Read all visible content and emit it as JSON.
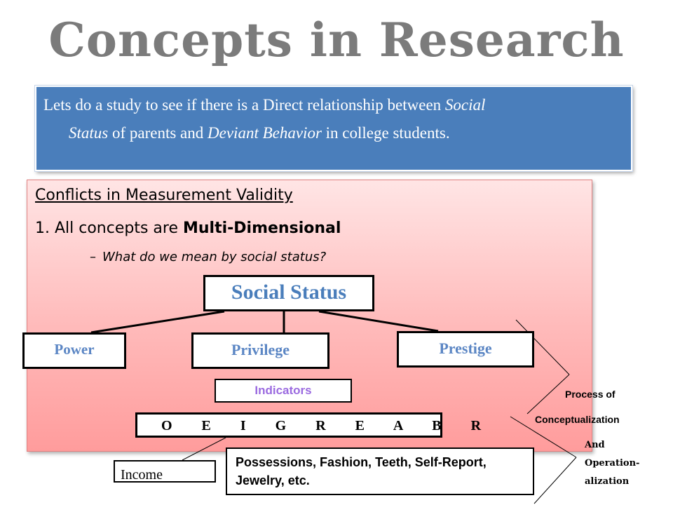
{
  "title": "Concepts in Research",
  "intro": {
    "part1": "Lets do a study to see if there is a Direct relationship between ",
    "italic1": "Social",
    "italic2": "Status",
    "part2": " of parents and ",
    "italic3": "Deviant Behavior",
    "part3": " in college students."
  },
  "section": {
    "heading": "Conflicts in Measurement Validity",
    "point_prefix": "1. All concepts are ",
    "point_bold": "Multi-Dimensional",
    "dash": "–",
    "question": "What do we mean by social status?"
  },
  "diagram": {
    "root": "Social Status",
    "dimensions": [
      "Power",
      "Privilege",
      "Prestige"
    ],
    "indicators_label": "Indicators",
    "acronym": "O   E   I   G   R   E   A   B   R",
    "income": "Income",
    "examples_line1": "Possessions, Fashion, Teeth, Self-Report,",
    "examples_line2": "Jewelry, etc.",
    "process_line1": "Process of",
    "process_line2": "Conceptualization",
    "operation_line1": "And",
    "operation_line2": "Operation-",
    "operation_line3": "alization"
  },
  "colors": {
    "title": "#7b7b7b",
    "blue_box": "#4a7ebb",
    "node_text": "#5b86c4",
    "indicators_text": "#9b6be0"
  }
}
